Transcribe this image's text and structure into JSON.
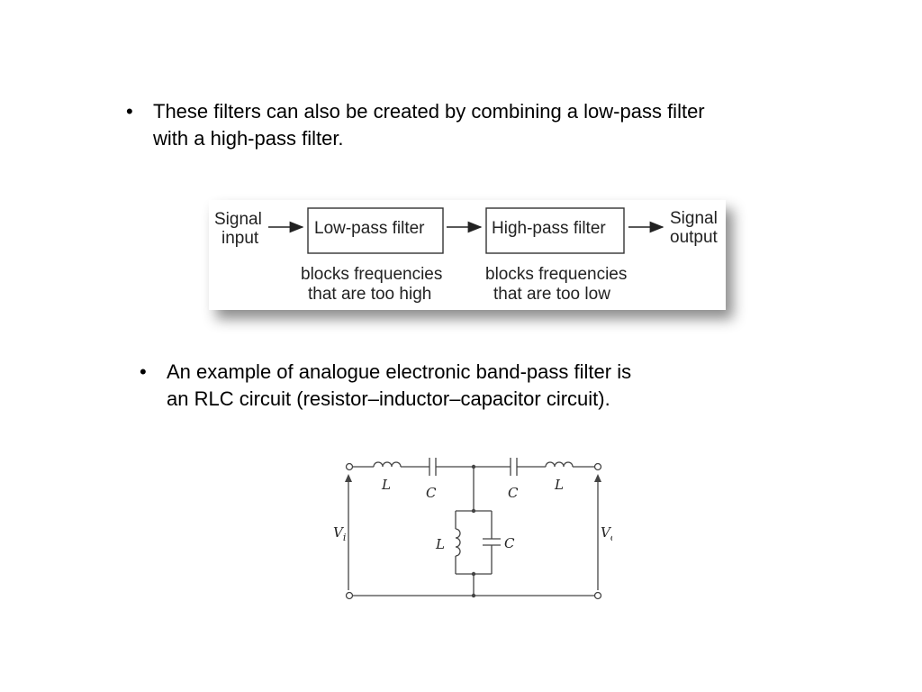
{
  "bullets": [
    {
      "marker": "•",
      "line1": "These filters can also be created by combining a low-pass filter",
      "line2": "with a high-pass filter."
    },
    {
      "marker": "•",
      "line1": "An example of analogue electronic band-pass filter is",
      "line2": "an RLC circuit (resistor–inductor–capacitor circuit)."
    }
  ],
  "block_diagram": {
    "input_label": [
      "Signal",
      "input"
    ],
    "output_label": [
      "Signal",
      "output"
    ],
    "lowpass": {
      "title": "Low-pass filter",
      "desc": [
        "blocks frequencies",
        "that are too high"
      ]
    },
    "highpass": {
      "title": "High-pass filter",
      "desc": [
        "blocks frequencies",
        "that are too low"
      ]
    }
  },
  "circuit": {
    "labels": {
      "L_left": "L",
      "C_left": "C",
      "C_right": "C",
      "L_right": "L",
      "L_shunt": "L",
      "C_shunt": "C",
      "vin_main": "V",
      "vin_sub": "i",
      "vout_main": "V",
      "vout_sub": "o"
    }
  }
}
